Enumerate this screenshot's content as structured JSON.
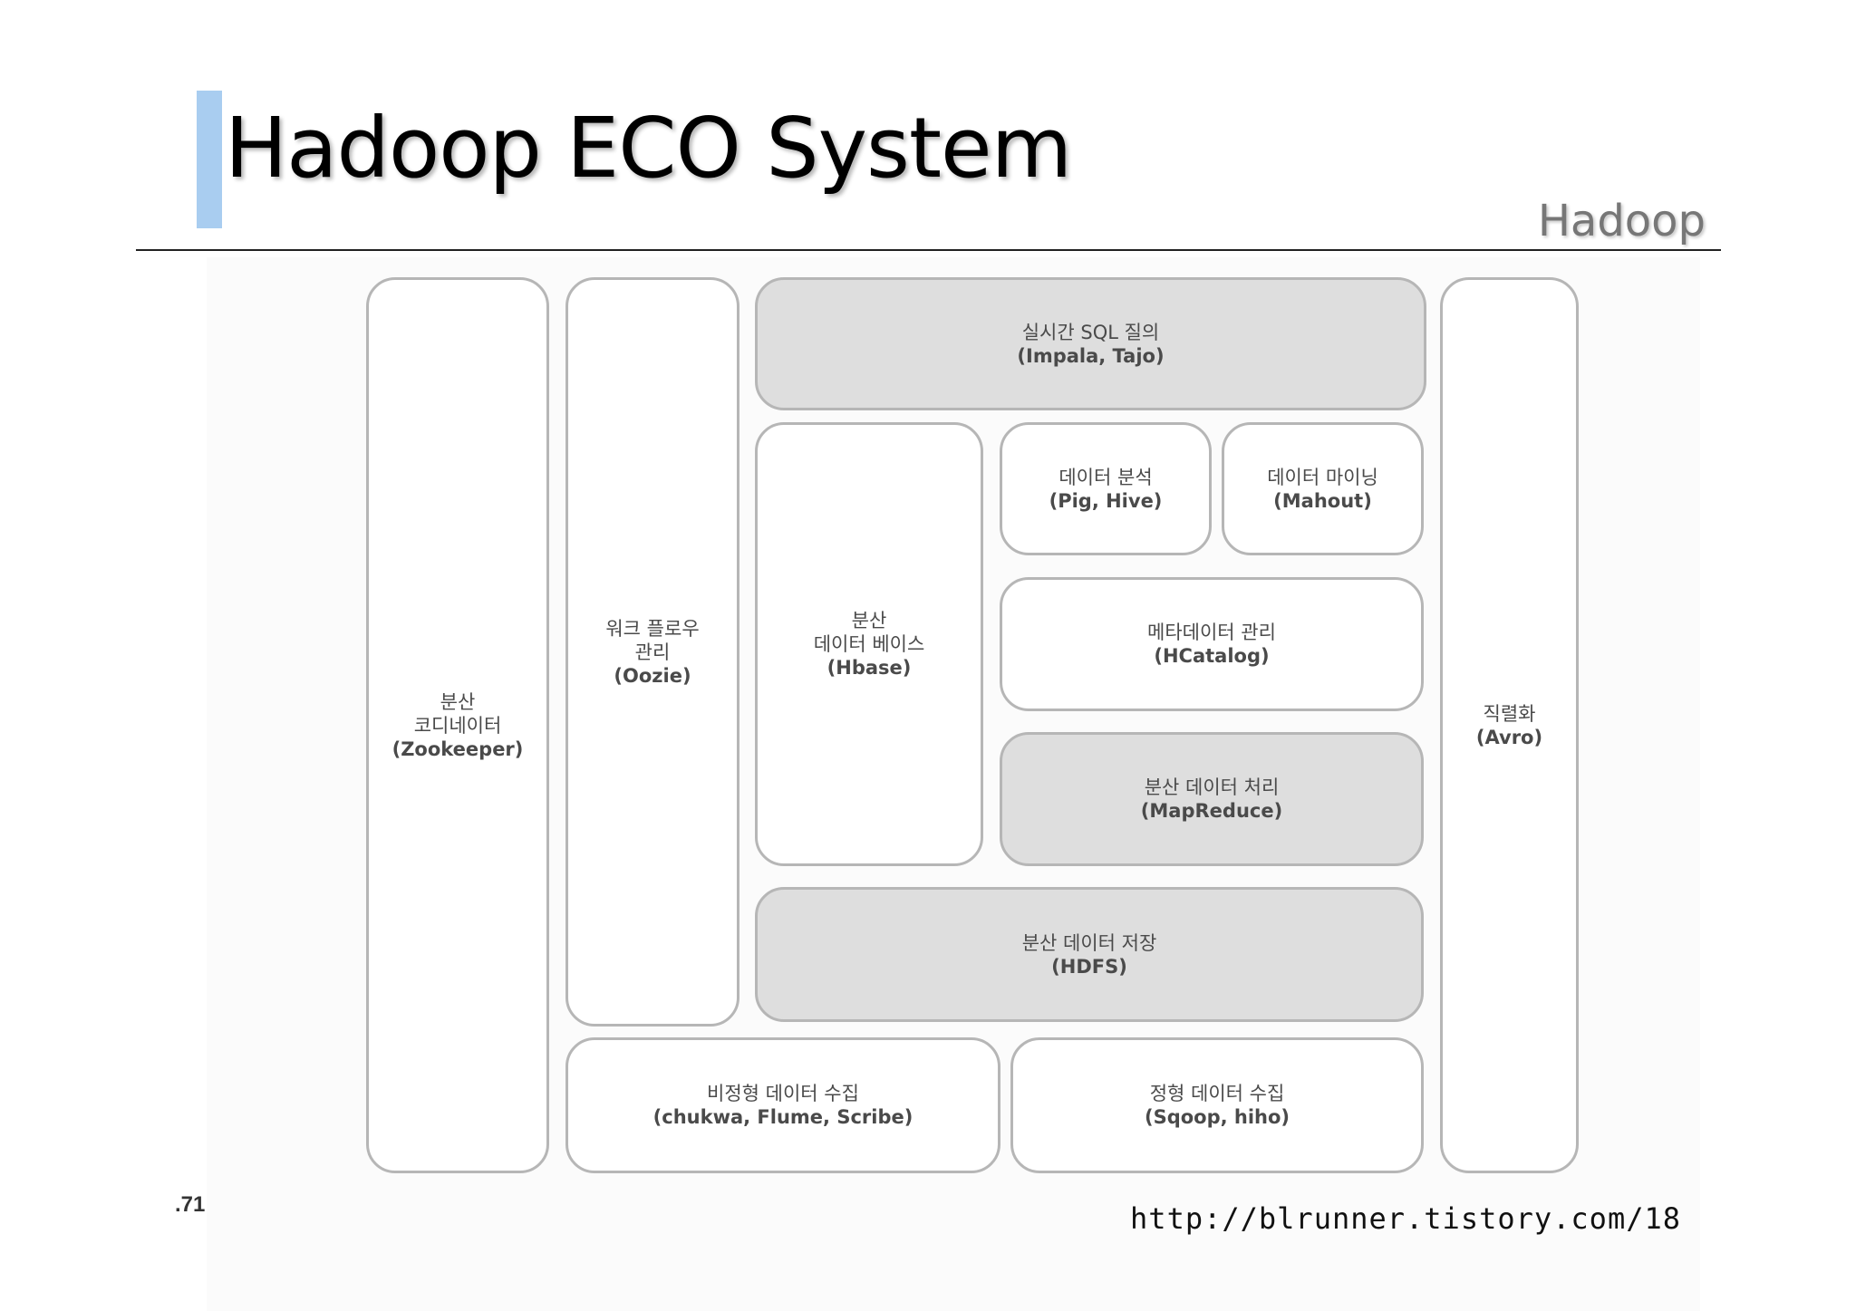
{
  "slide": {
    "title": "Hadoop ECO System",
    "section": "Hadoop",
    "page_number": ".71",
    "source_url": "http://blrunner.tistory.com/18"
  },
  "colors": {
    "accent_bar": "#a9cdf0",
    "box_border": "#b6b6b6",
    "box_shaded": "#dedede",
    "box_plain": "#ffffff"
  },
  "blocks": {
    "zookeeper": {
      "line1": "분산",
      "line2": "코디네이터",
      "line3": "(Zookeeper)"
    },
    "oozie": {
      "line1": "워크 플로우",
      "line2": "관리",
      "line3": "(Oozie)"
    },
    "impala": {
      "line1": "실시간 SQL 질의",
      "line2": "(Impala, Tajo)"
    },
    "hbase": {
      "line1": "분산",
      "line2": "데이터 베이스",
      "line3": "(Hbase)"
    },
    "pig_hive": {
      "line1": "데이터 분석",
      "line2": "(Pig, Hive)"
    },
    "mahout": {
      "line1": "데이터 마이닝",
      "line2": "(Mahout)"
    },
    "hcatalog": {
      "line1": "메타데이터 관리",
      "line2": "(HCatalog)"
    },
    "mapreduce": {
      "line1": "분산 데이터 처리",
      "line2": "(MapReduce)"
    },
    "hdfs": {
      "line1": "분산 데이터 저장",
      "line2": "(HDFS)"
    },
    "avro": {
      "line1": "직렬화",
      "line2": "(Avro)"
    },
    "unstructured": {
      "line1": "비정형 데이터 수집",
      "line2": "(chukwa, Flume, Scribe)"
    },
    "structured": {
      "line1": "정형 데이터 수집",
      "line2": "(Sqoop, hiho)"
    }
  }
}
